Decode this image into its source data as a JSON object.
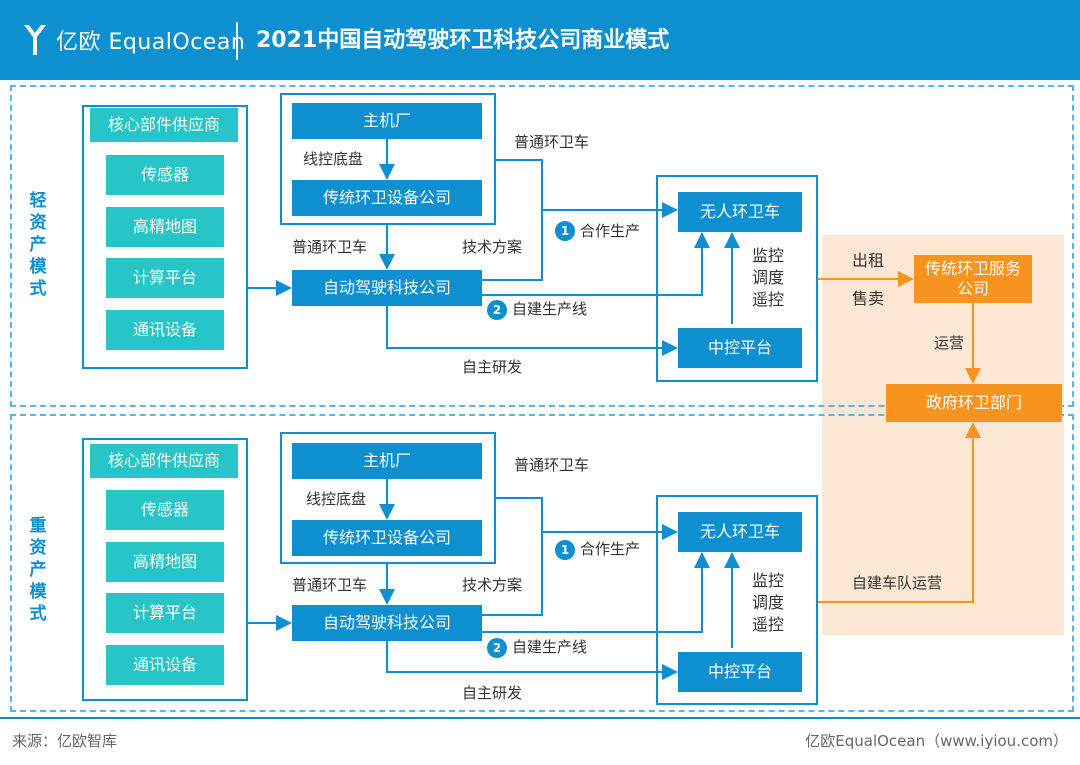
{
  "header": {
    "logo_text": "亿欧 EqualOcean",
    "title": "2021中国自动驾驶环卫科技公司商业模式"
  },
  "light": {
    "mode_label": "轻资产模式",
    "core_supplier": "核心部件供应商",
    "components": [
      "传感器",
      "高精地图",
      "计算平台",
      "通讯设备"
    ],
    "oem": "主机厂",
    "wire_chassis": "线控底盘",
    "traditional_equipment": "传统环卫设备公司",
    "normal_vehicle_left": "普通环卫车",
    "normal_vehicle_top": "普通环卫车",
    "tech_solution": "技术方案",
    "ad_tech": "自动驾驶科技公司",
    "cooperation": "合作生产",
    "self_line": "自建生产线",
    "self_rd": "自主研发",
    "unmanned": "无人环卫车",
    "control_platform": "中控平台",
    "monitor": "监控调度遥控"
  },
  "heavy": {
    "mode_label": "重资产模式",
    "core_supplier": "核心部件供应商",
    "components": [
      "传感器",
      "高精地图",
      "计算平台",
      "通讯设备"
    ],
    "oem": "主机厂",
    "wire_chassis": "线控底盘",
    "traditional_equipment": "传统环卫设备公司",
    "normal_vehicle_left": "普通环卫车",
    "normal_vehicle_top": "普通环卫车",
    "tech_solution": "技术方案",
    "ad_tech": "自动驾驶科技公司",
    "cooperation": "合作生产",
    "self_line": "自建生产线",
    "self_rd": "自主研发",
    "unmanned": "无人环卫车",
    "control_platform": "中控平台",
    "monitor": "监控调度遥控"
  },
  "right": {
    "rent": "出租",
    "sell": "售卖",
    "service_company": "传统环卫服务公司",
    "operate": "运营",
    "government": "政府环卫部门",
    "self_fleet": "自建车队运营"
  },
  "footer": {
    "source": "来源：亿欧智库",
    "brand": "亿欧EqualOcean（www.iyiou.com）"
  },
  "colors": {
    "blue": "#0e8fd0",
    "teal": "#28c5c8",
    "orange": "#f7931e",
    "peach": "#fbe7d4"
  }
}
